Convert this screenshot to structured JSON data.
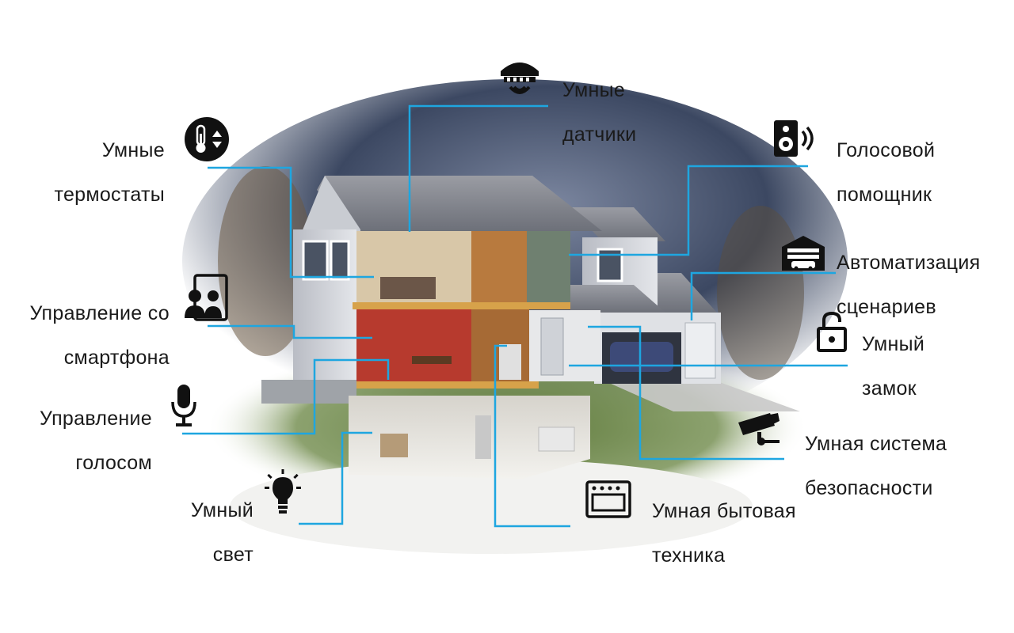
{
  "features": {
    "sensors": {
      "line1": "Умные",
      "line2": "датчики",
      "icon": "smoke-detector-icon"
    },
    "thermostats": {
      "line1": "Умные",
      "line2": "термостаты",
      "icon": "thermostat-icon"
    },
    "voice_assistant": {
      "line1": "Голосовой",
      "line2": "помощник",
      "icon": "speaker-icon"
    },
    "automation": {
      "line1": "Автоматизация",
      "line2": "сценариев",
      "icon": "garage-icon"
    },
    "smartphone": {
      "line1": "Управление со",
      "line2": "смартфона",
      "icon": "smartphone-icon"
    },
    "lock": {
      "line1": "Умный",
      "line2": "замок",
      "icon": "padlock-icon"
    },
    "voice_control": {
      "line1": "Управление",
      "line2": "голосом",
      "icon": "microphone-icon"
    },
    "security": {
      "line1": "Умная система",
      "line2": "безопасности",
      "icon": "cctv-camera-icon"
    },
    "light": {
      "line1": "Умный",
      "line2": "свет",
      "icon": "light-bulb-icon"
    },
    "appliances": {
      "line1": "Умная бытовая",
      "line2": "техника",
      "icon": "oven-icon"
    }
  },
  "colors": {
    "connector_line": "#1ea6e0",
    "icon": "#111111",
    "roof": "#7d8088",
    "siding": "#d9dbe0",
    "sky": "#3f4b63"
  }
}
